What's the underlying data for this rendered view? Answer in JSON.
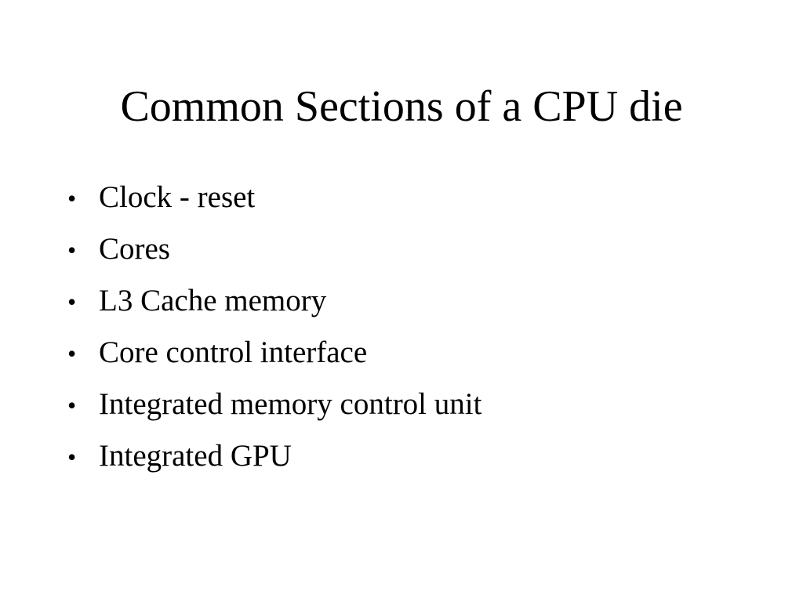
{
  "slide": {
    "title": "Common Sections of a CPU die",
    "bullet_glyph": "•",
    "bullets": [
      "Clock - reset",
      "Cores",
      "L3 Cache memory",
      "Core control interface",
      "Integrated memory control unit",
      "Integrated GPU"
    ]
  }
}
